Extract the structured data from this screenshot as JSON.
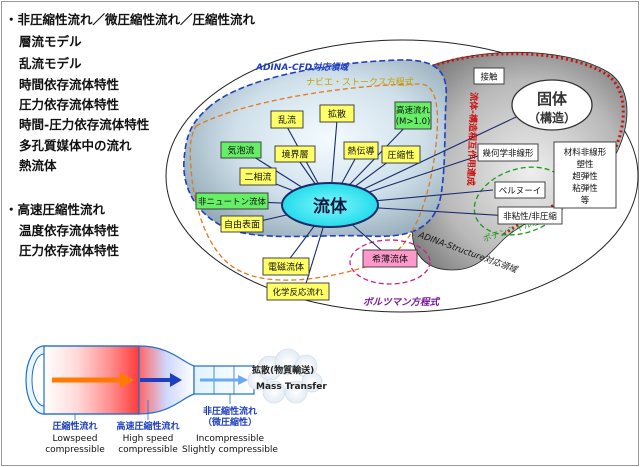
{
  "list": {
    "items": [
      {
        "text": "・非圧縮性流れ／微圧縮性流れ／圧縮性流れ",
        "indent": false
      },
      {
        "text": "層流モデル",
        "indent": true
      },
      {
        "text": "乱流モデル",
        "indent": true
      },
      {
        "text": "時間依存流体特性",
        "indent": true
      },
      {
        "text": "圧力依存流体特性",
        "indent": true
      },
      {
        "text": "時間-圧力依存流体特性",
        "indent": true
      },
      {
        "text": "多孔質媒体中の流れ",
        "indent": true
      },
      {
        "text": "熱流体",
        "indent": true
      },
      {
        "text": "・高速圧縮性流れ",
        "indent": false
      },
      {
        "text": "温度依存流体特性",
        "indent": true
      },
      {
        "text": "圧力依存流体特性",
        "indent": true
      }
    ]
  },
  "diagram": {
    "cfd_region_label": "ADINA-CFD対応領域",
    "navier_stokes_label": "ナビエ・ストークス方程式",
    "structure_region_label": "ADINA-Structure対応領域",
    "fsi_label": "流体-構造相互作用連成",
    "solid_label": "固体",
    "solid_sub": "（構造）",
    "fluid_label": "流体",
    "boltzmann_label": "ボルツマン方程式",
    "potential_label": "ポテンシャル理論",
    "fluid_boxes": [
      {
        "text": "乱流",
        "color": "#ffff66"
      },
      {
        "text": "拡散",
        "color": "#ffff66"
      },
      {
        "text": "高速流れ",
        "text2": "(M>1.0)",
        "color": "#66ee66"
      },
      {
        "text": "気泡流",
        "color": "#66ee66"
      },
      {
        "text": "境界層",
        "color": "#ffff66"
      },
      {
        "text": "熱伝導",
        "color": "#ffff66"
      },
      {
        "text": "圧縮性",
        "color": "#ffff66"
      },
      {
        "text": "二相流",
        "color": "#ffff66"
      },
      {
        "text": "非ニュートン流体",
        "color": "#66ee66"
      },
      {
        "text": "自由表面",
        "color": "#ffff66"
      },
      {
        "text": "電磁流体",
        "color": "#ffff66"
      },
      {
        "text": "化学反応流れ",
        "color": "#ffff66"
      },
      {
        "text": "希薄流体",
        "color": "#ff99cc"
      }
    ],
    "solid_boxes": [
      {
        "text": "接触"
      },
      {
        "text": "幾何学非線形"
      },
      {
        "text": "ベルヌーイ"
      },
      {
        "text": "非粘性/非圧縮"
      }
    ],
    "material_box": [
      "材料非線形",
      "塑性",
      "超弾性",
      "粘弾性",
      "等"
    ]
  },
  "pipe": {
    "mass_transfer_jp": "拡散(物質輸送)",
    "mass_transfer_en": "Mass Transfer",
    "labels": [
      {
        "jp": "圧縮性流れ",
        "en1": "Lowspeed",
        "en2": "compressible"
      },
      {
        "jp": "高速圧縮性流れ",
        "en1": "High speed",
        "en2": "compressible"
      },
      {
        "jp": "非圧縮性流れ",
        "jp2": "（微圧縮性）",
        "en1": "Incompressible",
        "en2": "Slightly compressible"
      }
    ]
  },
  "colors": {
    "cfd_border": "#1f3fbf",
    "fsi_border": "#cc1111",
    "navier_border": "#e07a1a",
    "fluid_ellipse": "#19e3ef",
    "potential": "#1a9a1a",
    "boltzmann": "#7a1a9a"
  }
}
